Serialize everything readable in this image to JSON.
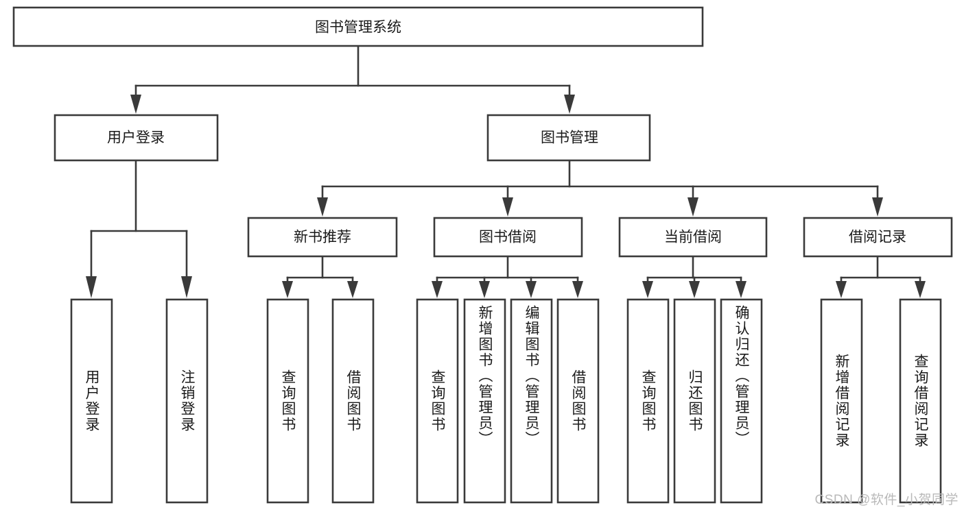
{
  "diagram": {
    "type": "tree-hierarchy-chart",
    "title": "图书管理系统",
    "watermark": "CSDN @软件_小贺同学",
    "colors": {
      "box_stroke": "#3a3a3a",
      "box_fill": "#ffffff",
      "text": "#1a1a1a",
      "background": "#ffffff",
      "watermark": "#b9b9b9"
    },
    "root": {
      "label": "图书管理系统"
    },
    "level2": [
      {
        "label": "用户登录"
      },
      {
        "label": "图书管理"
      }
    ],
    "level3": [
      {
        "label": "新书推荐"
      },
      {
        "label": "图书借阅"
      },
      {
        "label": "当前借阅"
      },
      {
        "label": "借阅记录"
      }
    ],
    "leaves": {
      "user_login": [
        {
          "label": "用户登录"
        },
        {
          "label": "注销登录"
        }
      ],
      "new_book_recommend": [
        {
          "label": "查询图书"
        },
        {
          "label": "借阅图书"
        }
      ],
      "book_borrow": [
        {
          "label": "查询图书"
        },
        {
          "label": "新增图书（管理员）"
        },
        {
          "label": "编辑图书（管理员）"
        },
        {
          "label": "借阅图书"
        }
      ],
      "current_borrow": [
        {
          "label": "查询图书"
        },
        {
          "label": "归还图书"
        },
        {
          "label": "确认归还（管理员）"
        }
      ],
      "borrow_record": [
        {
          "label": "新增借阅记录"
        },
        {
          "label": "查询借阅记录"
        }
      ]
    }
  }
}
